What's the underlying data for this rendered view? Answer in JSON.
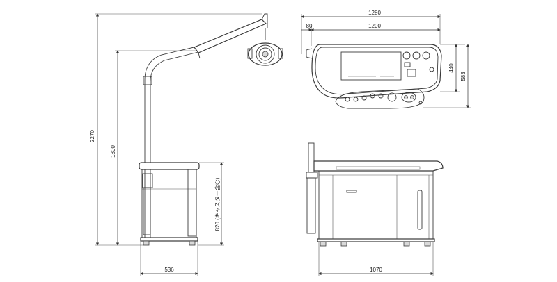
{
  "dimensions": {
    "total_height": "2270",
    "arm_height": "1800",
    "cabinet_height": "820 (キャスター含む)",
    "side_depth": "536",
    "top_total_width": "1280",
    "top_offset": "80",
    "top_body_width": "1200",
    "top_depth_inner": "440",
    "top_depth_total": "583",
    "front_width": "1070"
  }
}
